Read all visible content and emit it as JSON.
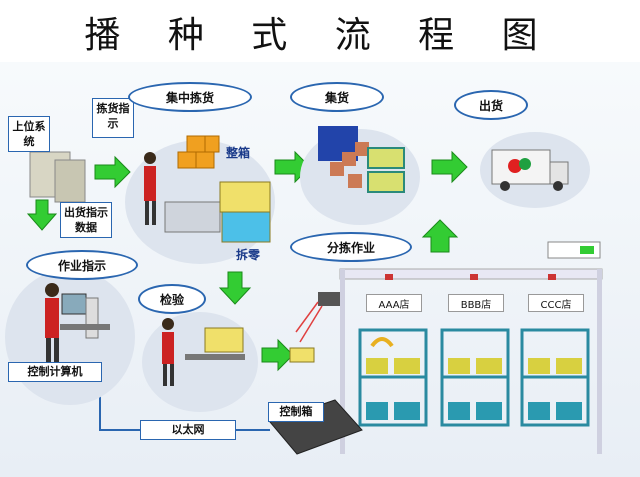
{
  "title": "播 种 式 流 程 图",
  "nodes": {
    "upper_system": "上位系统",
    "pick_instruction": "拣货指示",
    "ship_instruction": "出货指示数据",
    "central_picking": "集中拣货",
    "whole_box": "整箱",
    "split_box": "拆零",
    "consolidate": "集货",
    "shipping": "出货",
    "sorting": "分拣作业",
    "work_instruction": "作业指示",
    "inspection": "检验",
    "control_computer": "控制计算机",
    "ethernet": "以太网",
    "control_box": "控制箱"
  },
  "stores": [
    "AAA店",
    "BBB店",
    "CCC店"
  ],
  "colors": {
    "oval_border": "#2a66b0",
    "arrow": "#33cc33",
    "cart": "#2a8aa0"
  }
}
